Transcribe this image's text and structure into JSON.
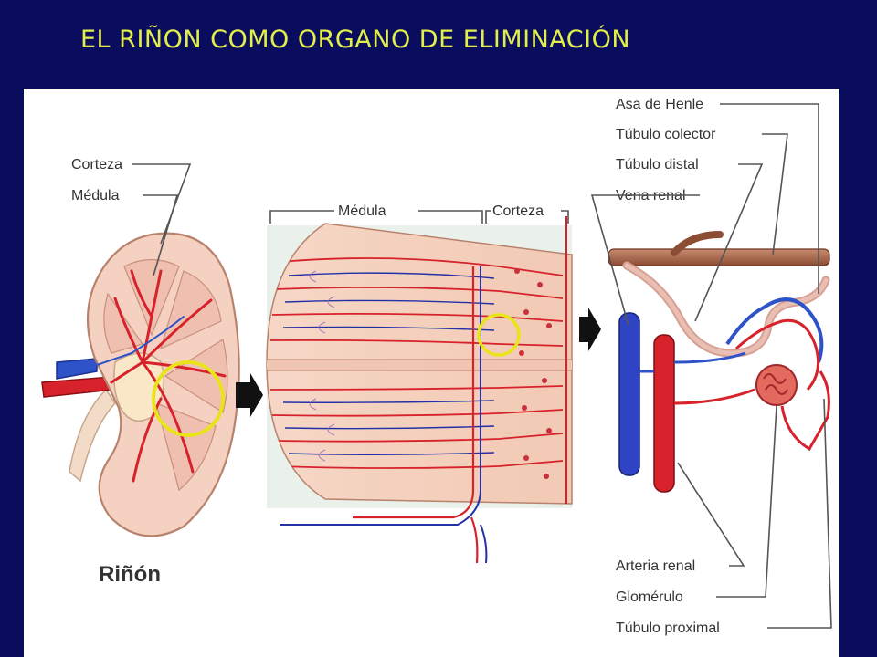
{
  "title": "EL RIÑON COMO ORGANO DE ELIMINACIÓN",
  "kidney": {
    "label_cortex": "Corteza",
    "label_medulla": "Médula",
    "caption": "Riñón"
  },
  "section": {
    "label_medulla": "Médula",
    "label_cortex": "Corteza"
  },
  "nephron": {
    "label_loop": "Asa de Henle",
    "label_collecting": "Túbulo colector",
    "label_distal": "Túbulo distal",
    "label_vein": "Vena renal",
    "label_artery": "Arteria renal",
    "label_glomerulus": "Glomérulo",
    "label_proximal": "Túbulo proximal"
  },
  "colors": {
    "background": "#0a0d5e",
    "title": "#e2ee4a",
    "artery": "#d8222b",
    "vein": "#1f2fb8",
    "highlight_ring": "#e9e31a"
  }
}
